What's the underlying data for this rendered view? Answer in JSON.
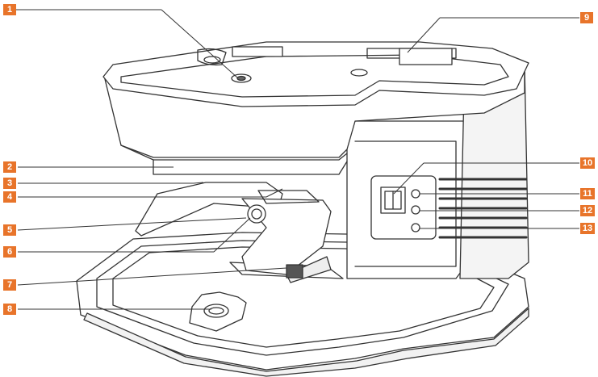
{
  "accent_color": "#E8742A",
  "line_color": "#333333",
  "callouts": [
    {
      "label": "1"
    },
    {
      "label": "2"
    },
    {
      "label": "3"
    },
    {
      "label": "4"
    },
    {
      "label": "5"
    },
    {
      "label": "6"
    },
    {
      "label": "7"
    },
    {
      "label": "8"
    },
    {
      "label": "9"
    },
    {
      "label": "10"
    },
    {
      "label": "11"
    },
    {
      "label": "12"
    },
    {
      "label": "13"
    }
  ]
}
